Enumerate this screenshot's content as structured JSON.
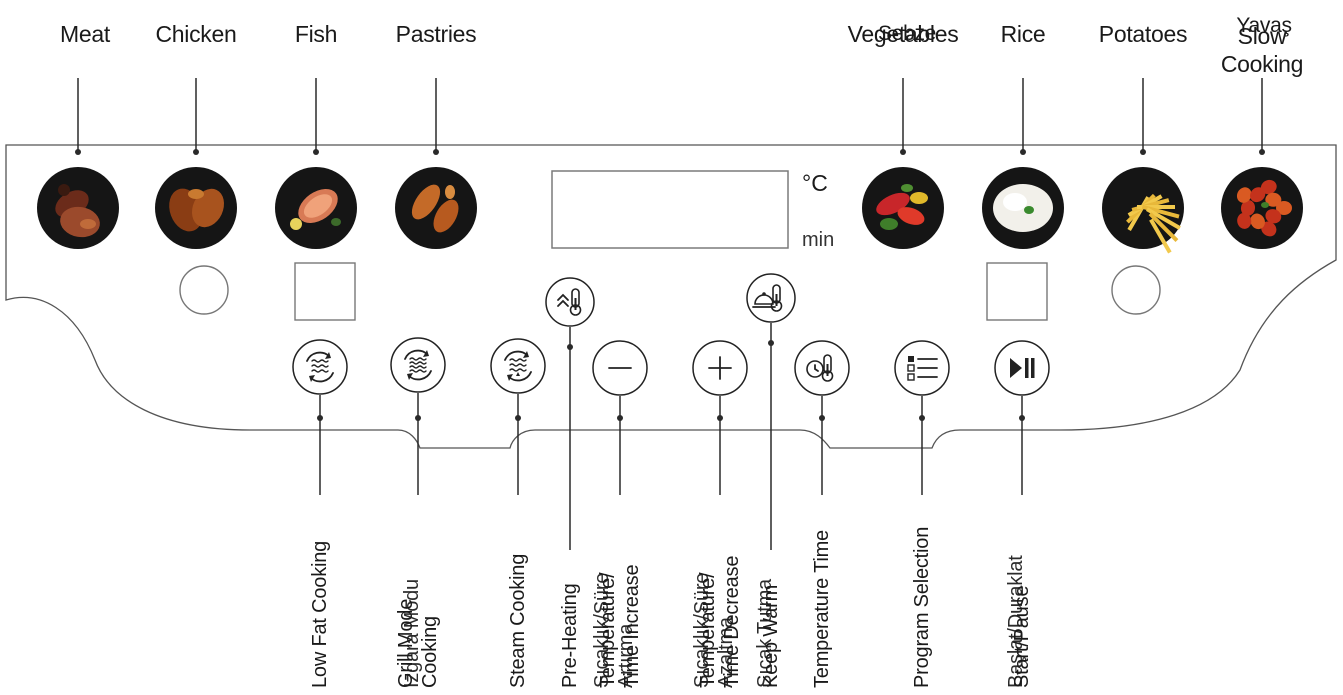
{
  "programs_top": [
    {
      "id": "meat",
      "label": "Meat",
      "food": "meat"
    },
    {
      "id": "chicken",
      "label": "Chicken",
      "food": "chicken"
    },
    {
      "id": "fish",
      "label": "Fish",
      "food": "fish"
    },
    {
      "id": "pastries",
      "label": "Pastries",
      "food": "pastries"
    },
    {
      "id": "vegetables",
      "label": "Vegetables",
      "overlay": "Sebze",
      "food": "vegetables"
    },
    {
      "id": "rice",
      "label": "Rice",
      "food": "rice"
    },
    {
      "id": "potatoes",
      "label": "Potatoes",
      "food": "potatoes"
    },
    {
      "id": "slow-cooking",
      "label": "Slow\nCooking",
      "overlay": "Yavaş",
      "food": "stew"
    }
  ],
  "display": {
    "unit_temp": "°C",
    "unit_time": "min"
  },
  "buttons_bottom": [
    {
      "id": "low-fat-cooking",
      "label": "Low Fat Cooking",
      "icon": "low-fat-icon"
    },
    {
      "id": "grill-mode",
      "label": "Grill Mode\nCooking",
      "overlay": "Izgara Modu",
      "icon": "grill-icon"
    },
    {
      "id": "steam-cooking",
      "label": "Steam Cooking",
      "icon": "steam-icon"
    },
    {
      "id": "pre-heating",
      "label": "Pre-Heating",
      "icon": "preheat-icon"
    },
    {
      "id": "temp-time-increase",
      "label": "Temperature/\nTime Increase",
      "overlay": "Sıcaklık/Süre\nArtırma",
      "icon": "minus-icon"
    },
    {
      "id": "temp-time-decrease",
      "label": "Temperature/\nTime Decrease",
      "overlay": "Sıcaklık/Süre\nAzaltma",
      "icon": "plus-icon"
    },
    {
      "id": "keep-warm",
      "label": "Keep Warm",
      "overlay": "Sıcak Tutma",
      "icon": "keep-warm-icon"
    },
    {
      "id": "temperature-time",
      "label": "Temperature Time",
      "icon": "temp-time-icon"
    },
    {
      "id": "program-selection",
      "label": "Program Selection",
      "icon": "program-list-icon"
    },
    {
      "id": "start-pause",
      "label": "Start/Pause",
      "overlay": "Başlat/Duraklat",
      "icon": "play-pause-icon"
    }
  ],
  "colors": {
    "line": "#2a2a2a",
    "panel_stroke": "#555555",
    "thumb_bg": "#151515"
  }
}
